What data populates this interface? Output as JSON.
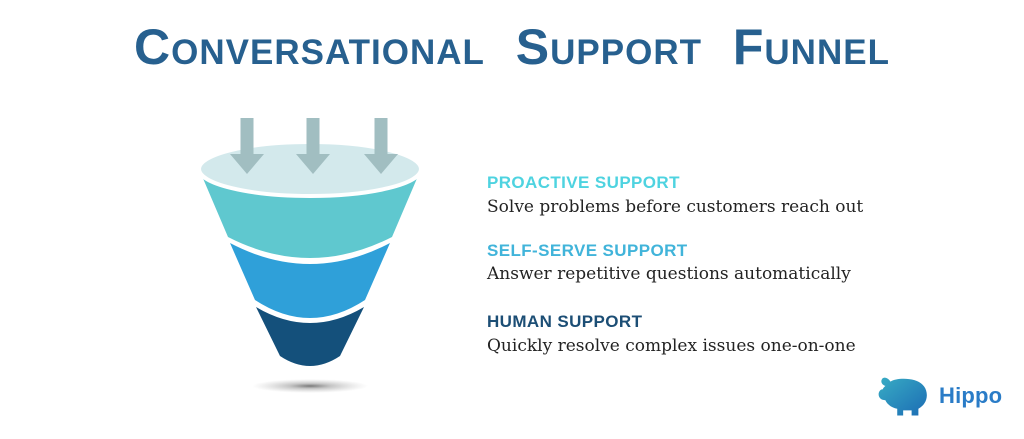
{
  "title": {
    "text": "Conversational Support Funnel",
    "color": "#27608f"
  },
  "funnel": {
    "top_color": "#d3e9ec",
    "arrow_color": "#a1bec1",
    "stages": [
      {
        "name": "proactive-support",
        "color": "#5fc8cf"
      },
      {
        "name": "self-serve-support",
        "color": "#2fa0d9"
      },
      {
        "name": "human-support",
        "color": "#14507b"
      }
    ]
  },
  "sections": [
    {
      "heading": "PROACTIVE SUPPORT",
      "heading_color": "#4ed3e0",
      "body": "Solve problems before customers reach out"
    },
    {
      "heading": "SELF-SERVE SUPPORT",
      "heading_color": "#41b4da",
      "body": "Answer repetitive questions automatically"
    },
    {
      "heading": "HUMAN SUPPORT",
      "heading_color": "#1c4e75",
      "body": "Quickly resolve complex issues one-on-one"
    }
  ],
  "body_text_color": "#232323",
  "logo": {
    "text": "Hippo",
    "text_color": "#2a7cc7",
    "gradient_start": "#38acc4",
    "gradient_end": "#1c6cb4"
  }
}
